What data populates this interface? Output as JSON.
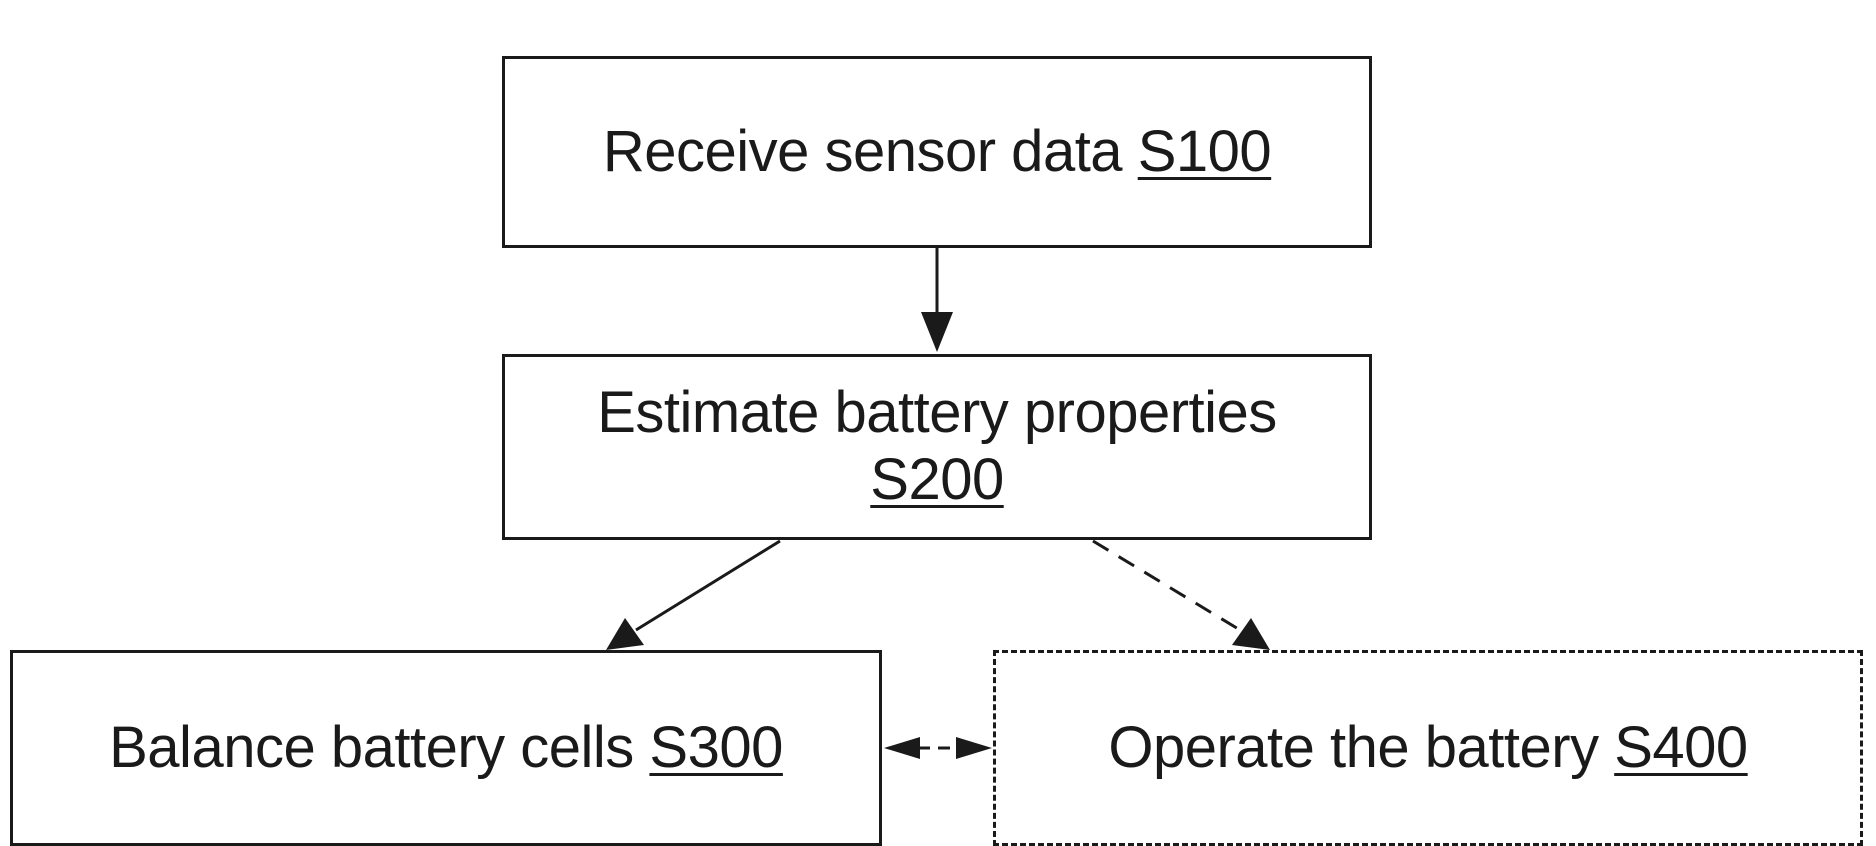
{
  "nodes": {
    "s100": {
      "text": "Receive sensor data",
      "ref": "S100",
      "style": "solid"
    },
    "s200": {
      "text": "Estimate battery properties",
      "ref": "S200",
      "style": "solid"
    },
    "s300": {
      "text": "Balance battery cells",
      "ref": "S300",
      "style": "solid"
    },
    "s400": {
      "text": "Operate the battery",
      "ref": "S400",
      "style": "dashed"
    }
  },
  "edges": [
    {
      "from": "s100",
      "to": "s200",
      "style": "solid",
      "direction": "forward"
    },
    {
      "from": "s200",
      "to": "s300",
      "style": "solid",
      "direction": "forward"
    },
    {
      "from": "s200",
      "to": "s400",
      "style": "dashed",
      "direction": "forward"
    },
    {
      "from": "s300",
      "to": "s400",
      "style": "dashed",
      "direction": "both"
    }
  ],
  "colors": {
    "stroke": "#1a1a1a",
    "background": "#ffffff"
  }
}
